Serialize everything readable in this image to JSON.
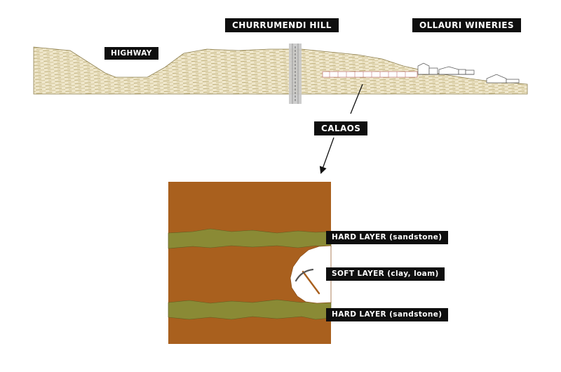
{
  "labels": {
    "hill": "CHURRUMENDI HILL",
    "highway": "HIGHWAY",
    "wineries": "OLLAURI WINERIES",
    "calaos": "CALAOS",
    "hard_layer_top": "HARD LAYER (sandstone)",
    "soft_layer": "SOFT LAYER (clay, loam)",
    "hard_layer_bottom": "HARD LAYER (sandstone)"
  },
  "colors": {
    "terrain_fill": "#efe7cc",
    "terrain_hatch": "#b7a56a",
    "soil": "#a9601e",
    "sandstone": "#8a8a35",
    "cave": "#ffffff",
    "shaft": "#c9c9c9",
    "label_bg": "#0e0e0e",
    "label_text": "#ffffff"
  },
  "icons": {
    "pickaxe": "pickaxe-icon",
    "arrow": "arrow-icon"
  }
}
